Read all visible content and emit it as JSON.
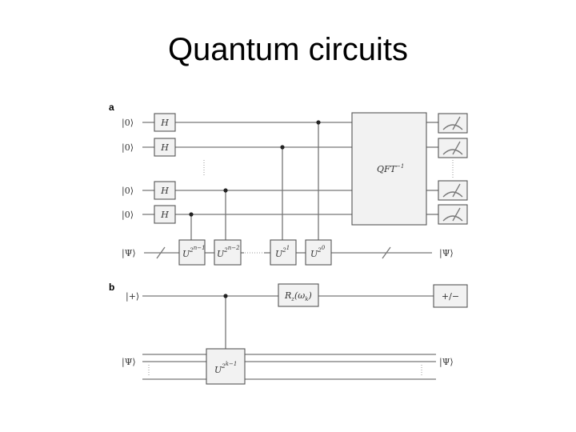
{
  "title": "Quantum circuits",
  "panel_a": {
    "label": "a",
    "inputs": [
      "|0⟩",
      "|0⟩",
      "|0⟩",
      "|0⟩"
    ],
    "target_input": "|Ψ⟩",
    "target_output": "|Ψ⟩",
    "hadamard": "H",
    "qft": "QFT",
    "qft_exp": "−1",
    "u_gates": [
      {
        "base": "U",
        "exp_base": "2",
        "exp": "n−1"
      },
      {
        "base": "U",
        "exp_base": "2",
        "exp": "n−2"
      },
      {
        "base": "U",
        "exp_base": "2",
        "exp": "1"
      },
      {
        "base": "U",
        "exp_base": "2",
        "exp": "0"
      }
    ]
  },
  "panel_b": {
    "label": "b",
    "control_input": "|+⟩",
    "rz_base": "R",
    "rz_sub": "z",
    "rz_arg": "(ω",
    "rz_arg_sub": "k",
    "rz_close": ")",
    "measure": "+/−",
    "target_input": "|Ψ⟩",
    "target_output": "|Ψ⟩",
    "u_gate": {
      "base": "U",
      "exp_base": "2",
      "exp": "k−1"
    }
  }
}
